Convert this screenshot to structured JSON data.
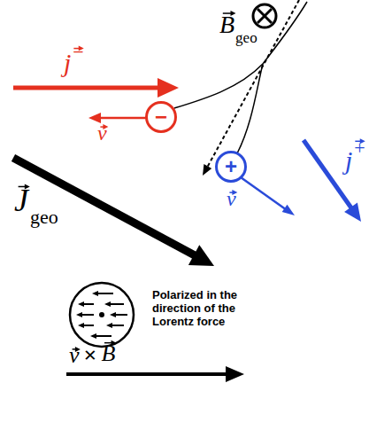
{
  "diagram": {
    "nodes": [
      {
        "text": [
          "−"
        ]
      },
      {
        "text": [
          "+"
        ]
      }
    ],
    "labels": [
      "B",
      "geo",
      "j",
      "−",
      "v",
      "v",
      "j",
      "+",
      "J",
      "geo",
      "Polarized in the direction of the Lorentz force",
      "v",
      "×",
      "B"
    ]
  }
}
